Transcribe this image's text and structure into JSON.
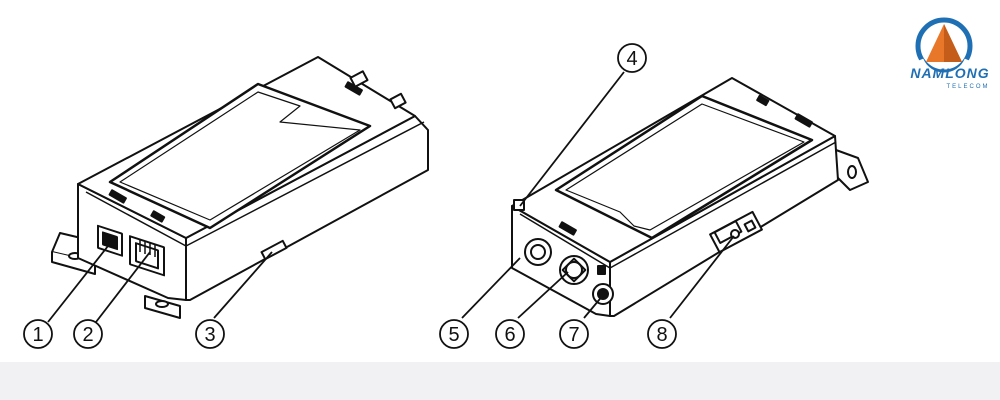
{
  "callouts": [
    {
      "id": 1,
      "label": "1"
    },
    {
      "id": 2,
      "label": "2"
    },
    {
      "id": 3,
      "label": "3"
    },
    {
      "id": 4,
      "label": "4"
    },
    {
      "id": 5,
      "label": "5"
    },
    {
      "id": 6,
      "label": "6"
    },
    {
      "id": 7,
      "label": "7"
    },
    {
      "id": 8,
      "label": "8"
    }
  ],
  "logo": {
    "name": "NAMLONG",
    "tagline": "TELECOM",
    "colors": {
      "blue": "#1f6fb4",
      "orange": "#e8772a"
    }
  },
  "colors": {
    "line": "#111111",
    "body_fill": "#ffffff",
    "label_fill": "#ffffff",
    "footer": "#f1f1f3"
  }
}
